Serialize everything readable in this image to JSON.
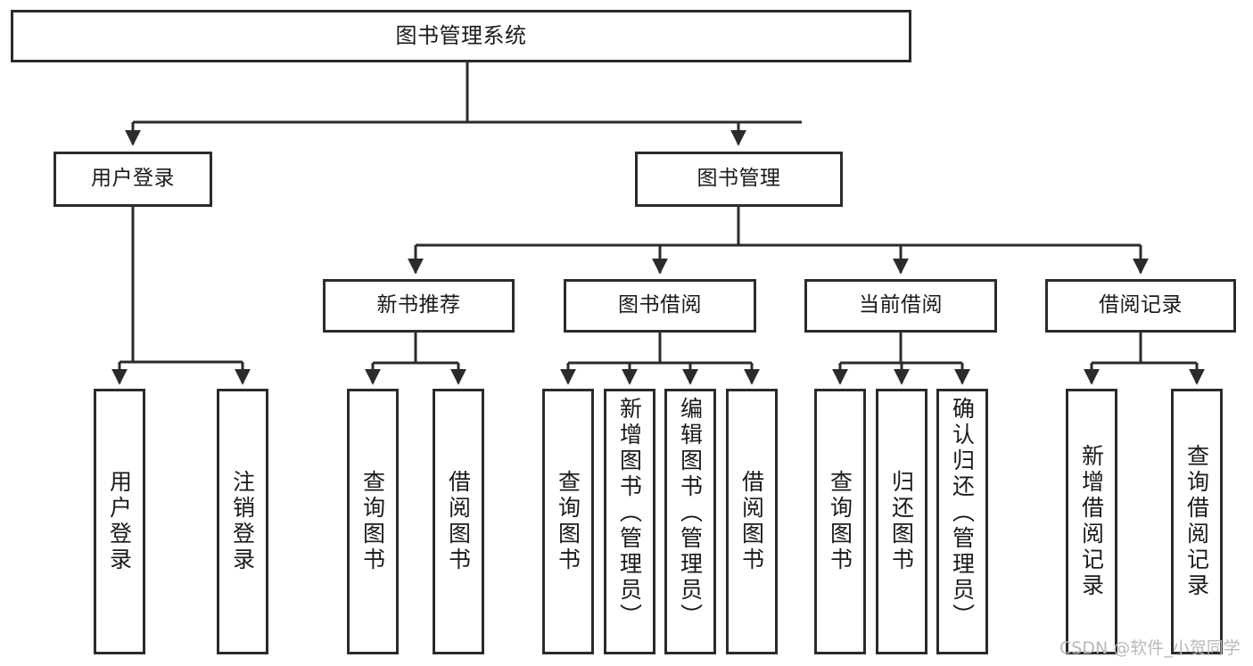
{
  "diagram": {
    "type": "tree-hierarchy",
    "title": "图书管理系统",
    "orientation": "top-down",
    "colors": {
      "stroke": "#2b2b2b",
      "fill": "#ffffff",
      "text": "#1a1a1a",
      "watermark": "#b9b9b9"
    },
    "nodes": {
      "root": {
        "label": "图书管理系统"
      },
      "level2": [
        {
          "id": "user-login",
          "label": "用户登录"
        },
        {
          "id": "book-management",
          "label": "图书管理"
        }
      ],
      "level3": [
        {
          "id": "new-book-recommend",
          "label": "新书推荐"
        },
        {
          "id": "book-borrow",
          "label": "图书借阅"
        },
        {
          "id": "current-borrow",
          "label": "当前借阅"
        },
        {
          "id": "borrow-record",
          "label": "借阅记录"
        }
      ],
      "leaves": {
        "user-login": [
          {
            "id": "leaf-user-login",
            "label": "用户登录"
          },
          {
            "id": "leaf-logout-login",
            "label": "注销登录"
          }
        ],
        "new-book-recommend": [
          {
            "id": "leaf-query-book-1",
            "label": "查询图书"
          },
          {
            "id": "leaf-borrow-book-1",
            "label": "借阅图书"
          }
        ],
        "book-borrow": [
          {
            "id": "leaf-query-book-2",
            "label": "查询图书"
          },
          {
            "id": "leaf-add-book",
            "label": "新增图书（管理员）"
          },
          {
            "id": "leaf-edit-book",
            "label": "编辑图书（管理员）"
          },
          {
            "id": "leaf-borrow-book-2",
            "label": "借阅图书"
          }
        ],
        "current-borrow": [
          {
            "id": "leaf-query-book-3",
            "label": "查询图书"
          },
          {
            "id": "leaf-return-book",
            "label": "归还图书"
          },
          {
            "id": "leaf-confirm-return",
            "label": "确认归还（管理员）"
          }
        ],
        "borrow-record": [
          {
            "id": "leaf-add-record",
            "label": "新增借阅记录"
          },
          {
            "id": "leaf-query-record",
            "label": "查询借阅记录"
          }
        ]
      }
    }
  },
  "watermark": {
    "text": "CSDN @软件_小贺同学"
  }
}
